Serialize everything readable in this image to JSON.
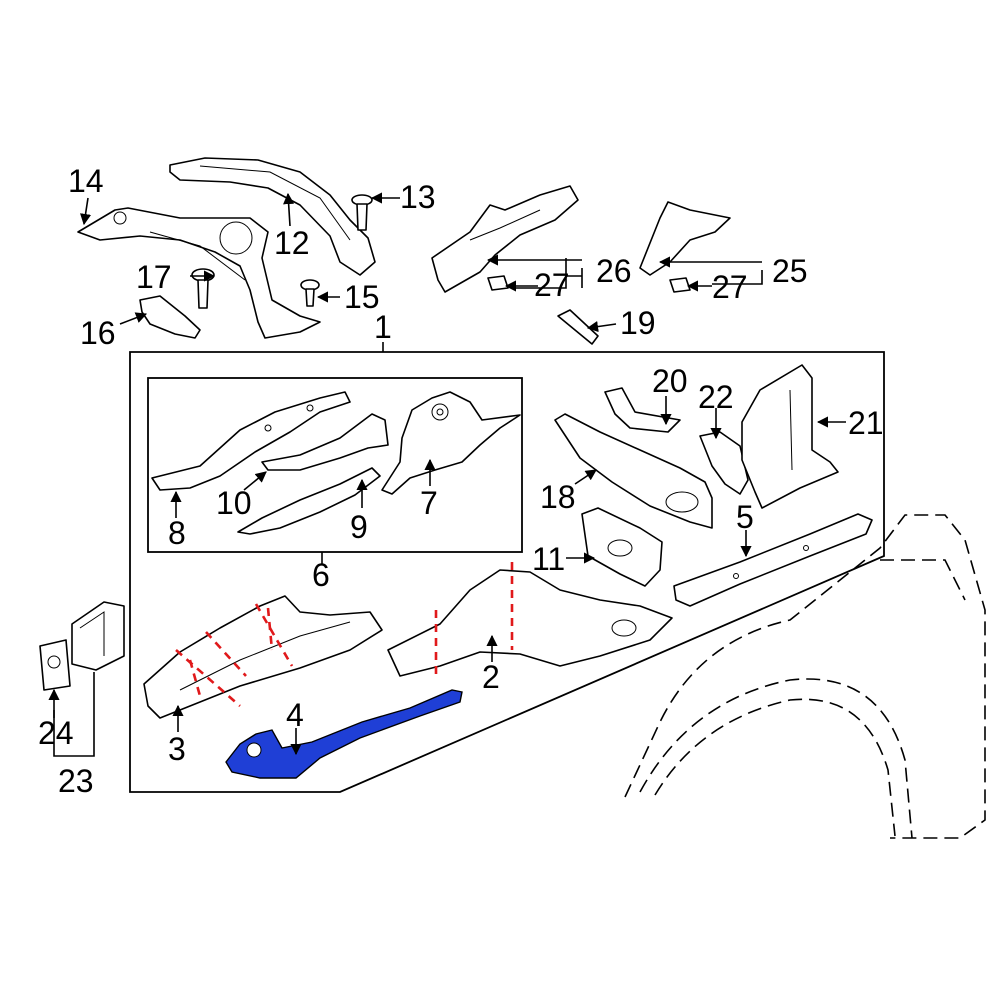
{
  "colors": {
    "highlight": "#1f3fd6",
    "cut_line": "#e0191b",
    "line": "#000000",
    "background": "#ffffff"
  },
  "highlighted_part": "4",
  "callouts": {
    "c1": "1",
    "c2": "2",
    "c3": "3",
    "c4": "4",
    "c5": "5",
    "c6": "6",
    "c7": "7",
    "c8": "8",
    "c9": "9",
    "c10": "10",
    "c11": "11",
    "c12": "12",
    "c13": "13",
    "c14": "14",
    "c15": "15",
    "c16": "16",
    "c17": "17",
    "c18": "18",
    "c19": "19",
    "c20": "20",
    "c21": "21",
    "c22": "22",
    "c23": "23",
    "c24": "24",
    "c25": "25",
    "c26": "26",
    "c27a": "27",
    "c27b": "27"
  }
}
